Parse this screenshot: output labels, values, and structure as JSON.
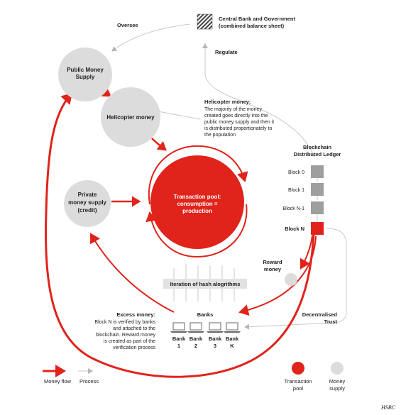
{
  "colors": {
    "red": "#e0231b",
    "grey_node": "#dcdcdc",
    "grey_block": "#9e9e9e",
    "process_line": "#c8c8c8",
    "text": "#222222"
  },
  "icons": {
    "central_bank": "hatched-square-icon",
    "banks": "laptop-icon"
  },
  "central_bank": {
    "line1": "Central Bank and Government",
    "line2": "(combined balance sheet)"
  },
  "labels": {
    "oversee": "Oversee",
    "regulate": "Regulate",
    "iteration": "Iteration of hash alogrithms",
    "banks": "Banks"
  },
  "nodes": {
    "public_money_supply": {
      "line1": "Public Money",
      "line2": "Supply"
    },
    "helicopter_money": "Helicopter money",
    "private_money_supply": {
      "line1": "Private",
      "line2": "money supply",
      "line3": "(credit)"
    },
    "transaction_pool": {
      "line1": "Transaction pool:",
      "line2": "consumption =",
      "line3": "production"
    }
  },
  "helicopter_note": {
    "title": "Helicopter money:",
    "lines": [
      "The majority of the money",
      "created goes directly into the",
      "public money supply and then it",
      "is distributed proportionately to",
      "the population"
    ]
  },
  "blockchain": {
    "title_line1": "Blockchain",
    "title_line2": "Distributed Ledger",
    "blocks": [
      "Block 0",
      "Block 1",
      "Block N-1",
      "Block N"
    ]
  },
  "reward": {
    "line1": "Reward",
    "line2": "money"
  },
  "excess_note": {
    "title": "Excess money:",
    "lines": [
      "Block N is verified by banks",
      "and attached to the",
      "blockchain. Reward money",
      "is created as part of the",
      "verification process"
    ]
  },
  "bank_list": [
    {
      "line1": "Bank",
      "line2": "1"
    },
    {
      "line1": "Bank",
      "line2": "2"
    },
    {
      "line1": "Bank",
      "line2": "3"
    },
    {
      "line1": "Bank",
      "line2": "K"
    }
  ],
  "trust": {
    "line1": "Decentralised",
    "line2": "Trust"
  },
  "legend": {
    "money_flow": "Money flow",
    "process": "Process",
    "transaction_pool": {
      "line1": "Transaction",
      "line2": "pool"
    },
    "money_supply": {
      "line1": "Money",
      "line2": "supply"
    }
  },
  "source": "HSBC"
}
